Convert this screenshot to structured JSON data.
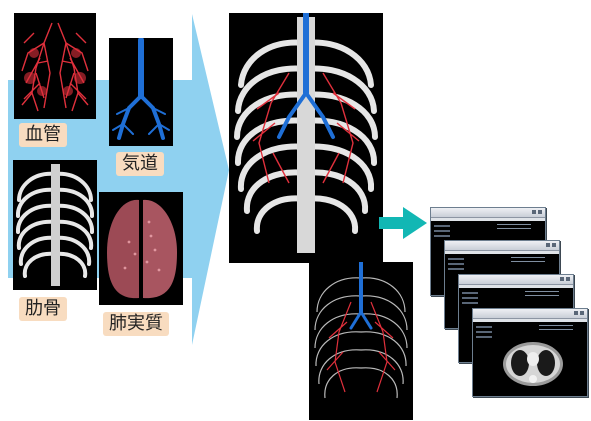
{
  "labels": {
    "blood_vessels": "血管",
    "airway": "気道",
    "ribs": "肋骨",
    "lung_parenchyma": "肺実質"
  },
  "icons": {
    "big_arrow": "large-chevron-arrow",
    "small_arrow": "right-arrow"
  },
  "colors": {
    "big_arrow": "#8fd1f0",
    "small_arrow": "#12b7b4",
    "vessels": "#e0303c",
    "airway": "#1f6fd6",
    "bone": "#e8e8e8",
    "label_bg": "#f8dcc0"
  },
  "windows_count": 4
}
